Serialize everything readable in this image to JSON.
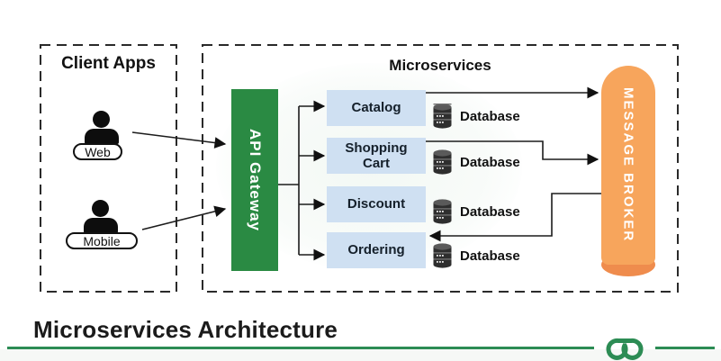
{
  "title": "Microservices Architecture",
  "client_apps": {
    "label": "Client Apps",
    "clients": [
      {
        "label": "Web",
        "icon": "person-icon"
      },
      {
        "label": "Mobile",
        "icon": "person-icon"
      }
    ]
  },
  "microservices": {
    "label": "Microservices",
    "gateway": {
      "label": "API Gateway"
    },
    "services": [
      {
        "label": "Catalog",
        "database_label": "Database",
        "icon": "database-icon"
      },
      {
        "label": "Shopping Cart",
        "database_label": "Database",
        "icon": "database-icon"
      },
      {
        "label": "Discount",
        "database_label": "Database",
        "icon": "database-icon"
      },
      {
        "label": "Ordering",
        "database_label": "Database",
        "icon": "database-icon"
      }
    ],
    "broker": {
      "label": "MESSAGE BROKER"
    }
  },
  "branding": {
    "logo_icon": "gfg-logo-icon"
  },
  "colors": {
    "gateway_green": "#2a8a43",
    "broker_orange": "#f7a55c",
    "broker_orange_dark": "#ef8c4d",
    "service_box_blue": "#cfe0f2",
    "footer_line_green": "#2c8c54",
    "connector_black": "#1c1c1c"
  }
}
